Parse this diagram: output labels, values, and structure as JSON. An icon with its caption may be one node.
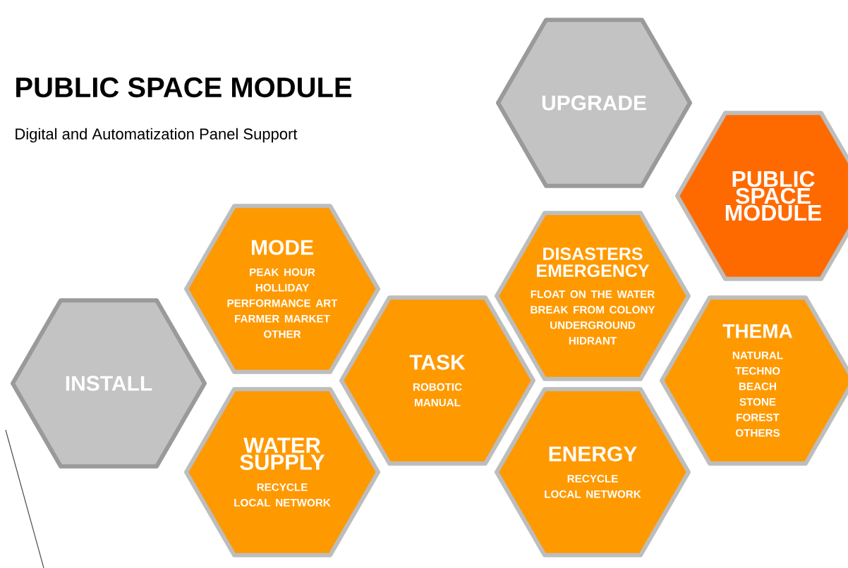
{
  "diagram": {
    "title": "PUBLIC SPACE MODULE",
    "nodes": [
      {
        "text": [
          "UPGRADE"
        ]
      },
      {
        "text": [
          "PUBLIC SPACE MODULE"
        ]
      },
      {
        "text": [
          "MODE",
          "PEAK HOUR",
          "HOLLIDAY",
          "PERFORMANCE ART",
          "FARMER MARKET",
          "OTHER"
        ]
      },
      {
        "text": [
          "DISASTERS EMERGENCY",
          "FLOAT ON THE WATER",
          "BREAK FROM COLONY",
          "UNDERGROUND",
          "HIDRANT"
        ]
      },
      {
        "text": [
          "INSTALL"
        ]
      },
      {
        "text": [
          "TASK",
          "ROBOTIC",
          "MANUAL"
        ]
      },
      {
        "text": [
          "THEMA",
          "NATURAL",
          "TECHNO",
          "BEACH",
          "STONE",
          "FOREST",
          "OTHERS"
        ]
      },
      {
        "text": [
          "WATER SUPPLY",
          "RECYCLE",
          "LOCAL NETWORK"
        ]
      },
      {
        "text": [
          "ENERGY",
          "RECYCLE",
          "LOCAL NETWORK"
        ]
      }
    ],
    "labels": [
      "Digital and Automatization Panel Support"
    ]
  }
}
